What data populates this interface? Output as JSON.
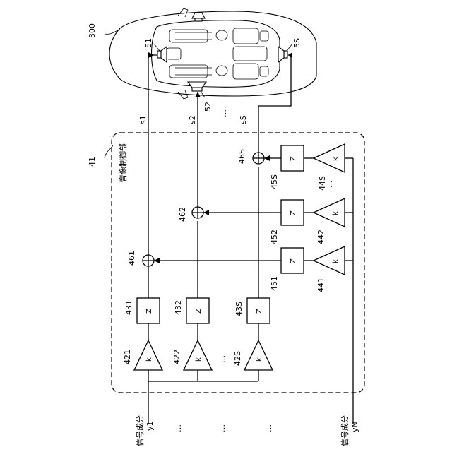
{
  "figure": {
    "vehicle_ref": "300",
    "speakers": {
      "s51": "51",
      "s52": "52",
      "s5S": "5S"
    },
    "signals": {
      "s1": "s1",
      "s2": "s2",
      "sS": "sS"
    },
    "control_unit": {
      "ref": "41",
      "name": "音像制御部"
    },
    "gain_symbol": "k",
    "delay_symbol": "Z",
    "amplifiers_left": [
      "421",
      "422",
      "42S"
    ],
    "delays_left": [
      "431",
      "432",
      "43S"
    ],
    "amplifiers_right": [
      "441",
      "442",
      "44S"
    ],
    "delays_right": [
      "451",
      "452",
      "45S"
    ],
    "adders": [
      "461",
      "462",
      "46S"
    ],
    "inputs": {
      "first": {
        "label": "信号成分",
        "id": "y1"
      },
      "last": {
        "label": "信号成分",
        "id": "yN"
      }
    },
    "ellipsis": "…"
  }
}
